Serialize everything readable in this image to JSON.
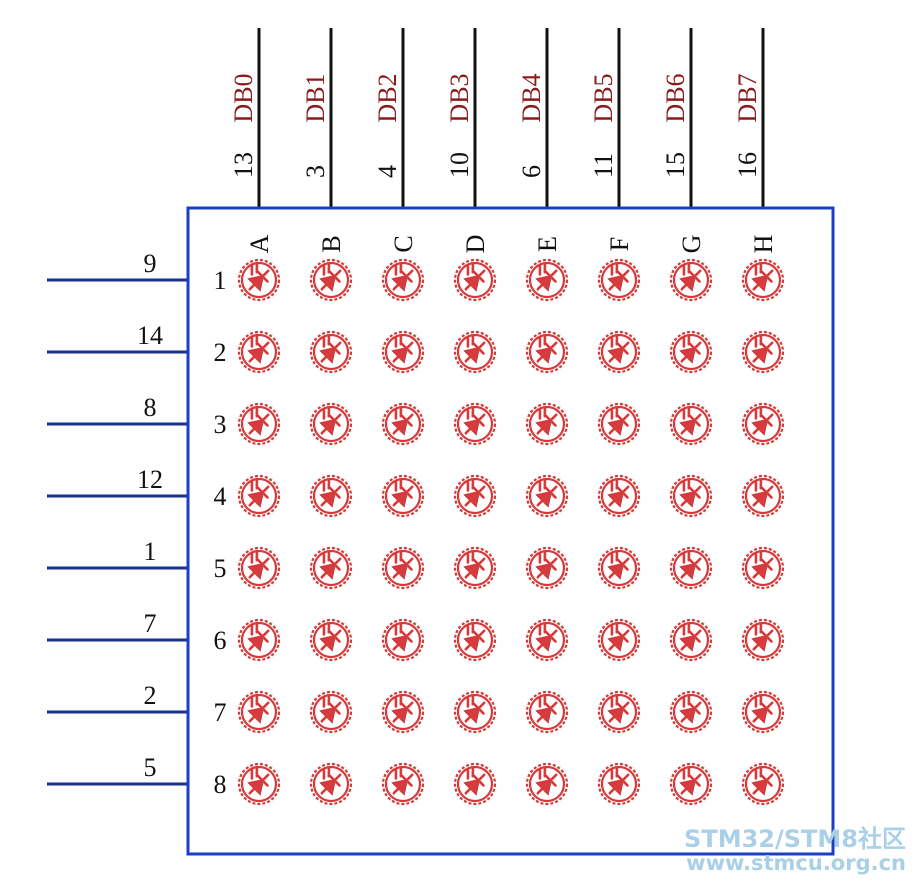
{
  "diagram": {
    "columns": [
      {
        "net": "DB0",
        "pin": "13",
        "letter": "A"
      },
      {
        "net": "DB1",
        "pin": "3",
        "letter": "B"
      },
      {
        "net": "DB2",
        "pin": "4",
        "letter": "C"
      },
      {
        "net": "DB3",
        "pin": "10",
        "letter": "D"
      },
      {
        "net": "DB4",
        "pin": "6",
        "letter": "E"
      },
      {
        "net": "DB5",
        "pin": "11",
        "letter": "F"
      },
      {
        "net": "DB6",
        "pin": "15",
        "letter": "G"
      },
      {
        "net": "DB7",
        "pin": "16",
        "letter": "H"
      }
    ],
    "rows": [
      {
        "pin": "9",
        "label": "1"
      },
      {
        "pin": "14",
        "label": "2"
      },
      {
        "pin": "8",
        "label": "3"
      },
      {
        "pin": "12",
        "label": "4"
      },
      {
        "pin": "1",
        "label": "5"
      },
      {
        "pin": "7",
        "label": "6"
      },
      {
        "pin": "2",
        "label": "7"
      },
      {
        "pin": "5",
        "label": "8"
      }
    ],
    "colors": {
      "frame": "#1a3fc4",
      "wire": "#111111",
      "row_wire": "#1a2f8c",
      "led": "#d63a3a",
      "net_label": "#8b1a1a"
    }
  },
  "watermark": {
    "line1": "STM32/STM8社区",
    "line2": "www.stmcu.org.cn"
  }
}
